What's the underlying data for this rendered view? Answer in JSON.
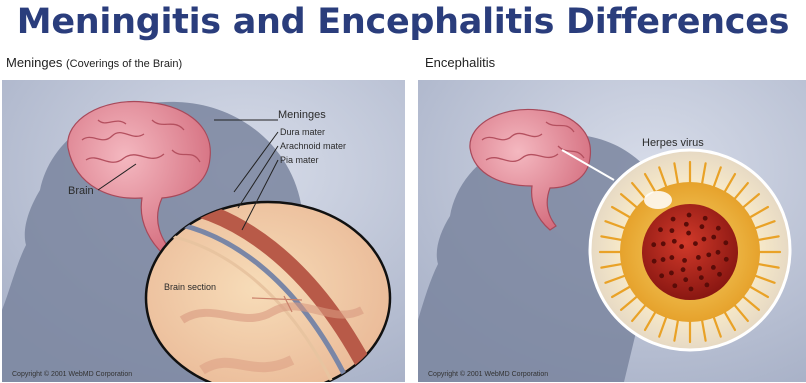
{
  "title": "Meningitis and Encephalitis Differences",
  "left_panel": {
    "heading": "Meninges",
    "heading_note": "(Coverings of the Brain)",
    "labels": {
      "meninges": "Meninges",
      "dura": "Dura mater",
      "arachnoid": "Arachnoid mater",
      "pia": "Pia mater",
      "brain": "Brain",
      "brain_section": "Brain section"
    },
    "copyright": "Copyright © 2001 WebMD Corporation"
  },
  "right_panel": {
    "heading": "Encephalitis",
    "labels": {
      "virus": "Herpes virus"
    },
    "copyright": "Copyright © 2001 WebMD Corporation"
  }
}
